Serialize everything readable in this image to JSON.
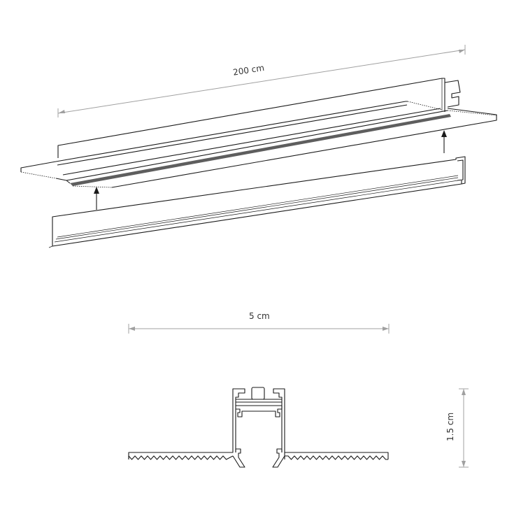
{
  "dimensions": {
    "length_label": "200 cm",
    "width_label": "5 cm",
    "height_label": "1.5 cm"
  },
  "colors": {
    "line": "#1a1a1a",
    "dimension": "#a0a0a0"
  }
}
